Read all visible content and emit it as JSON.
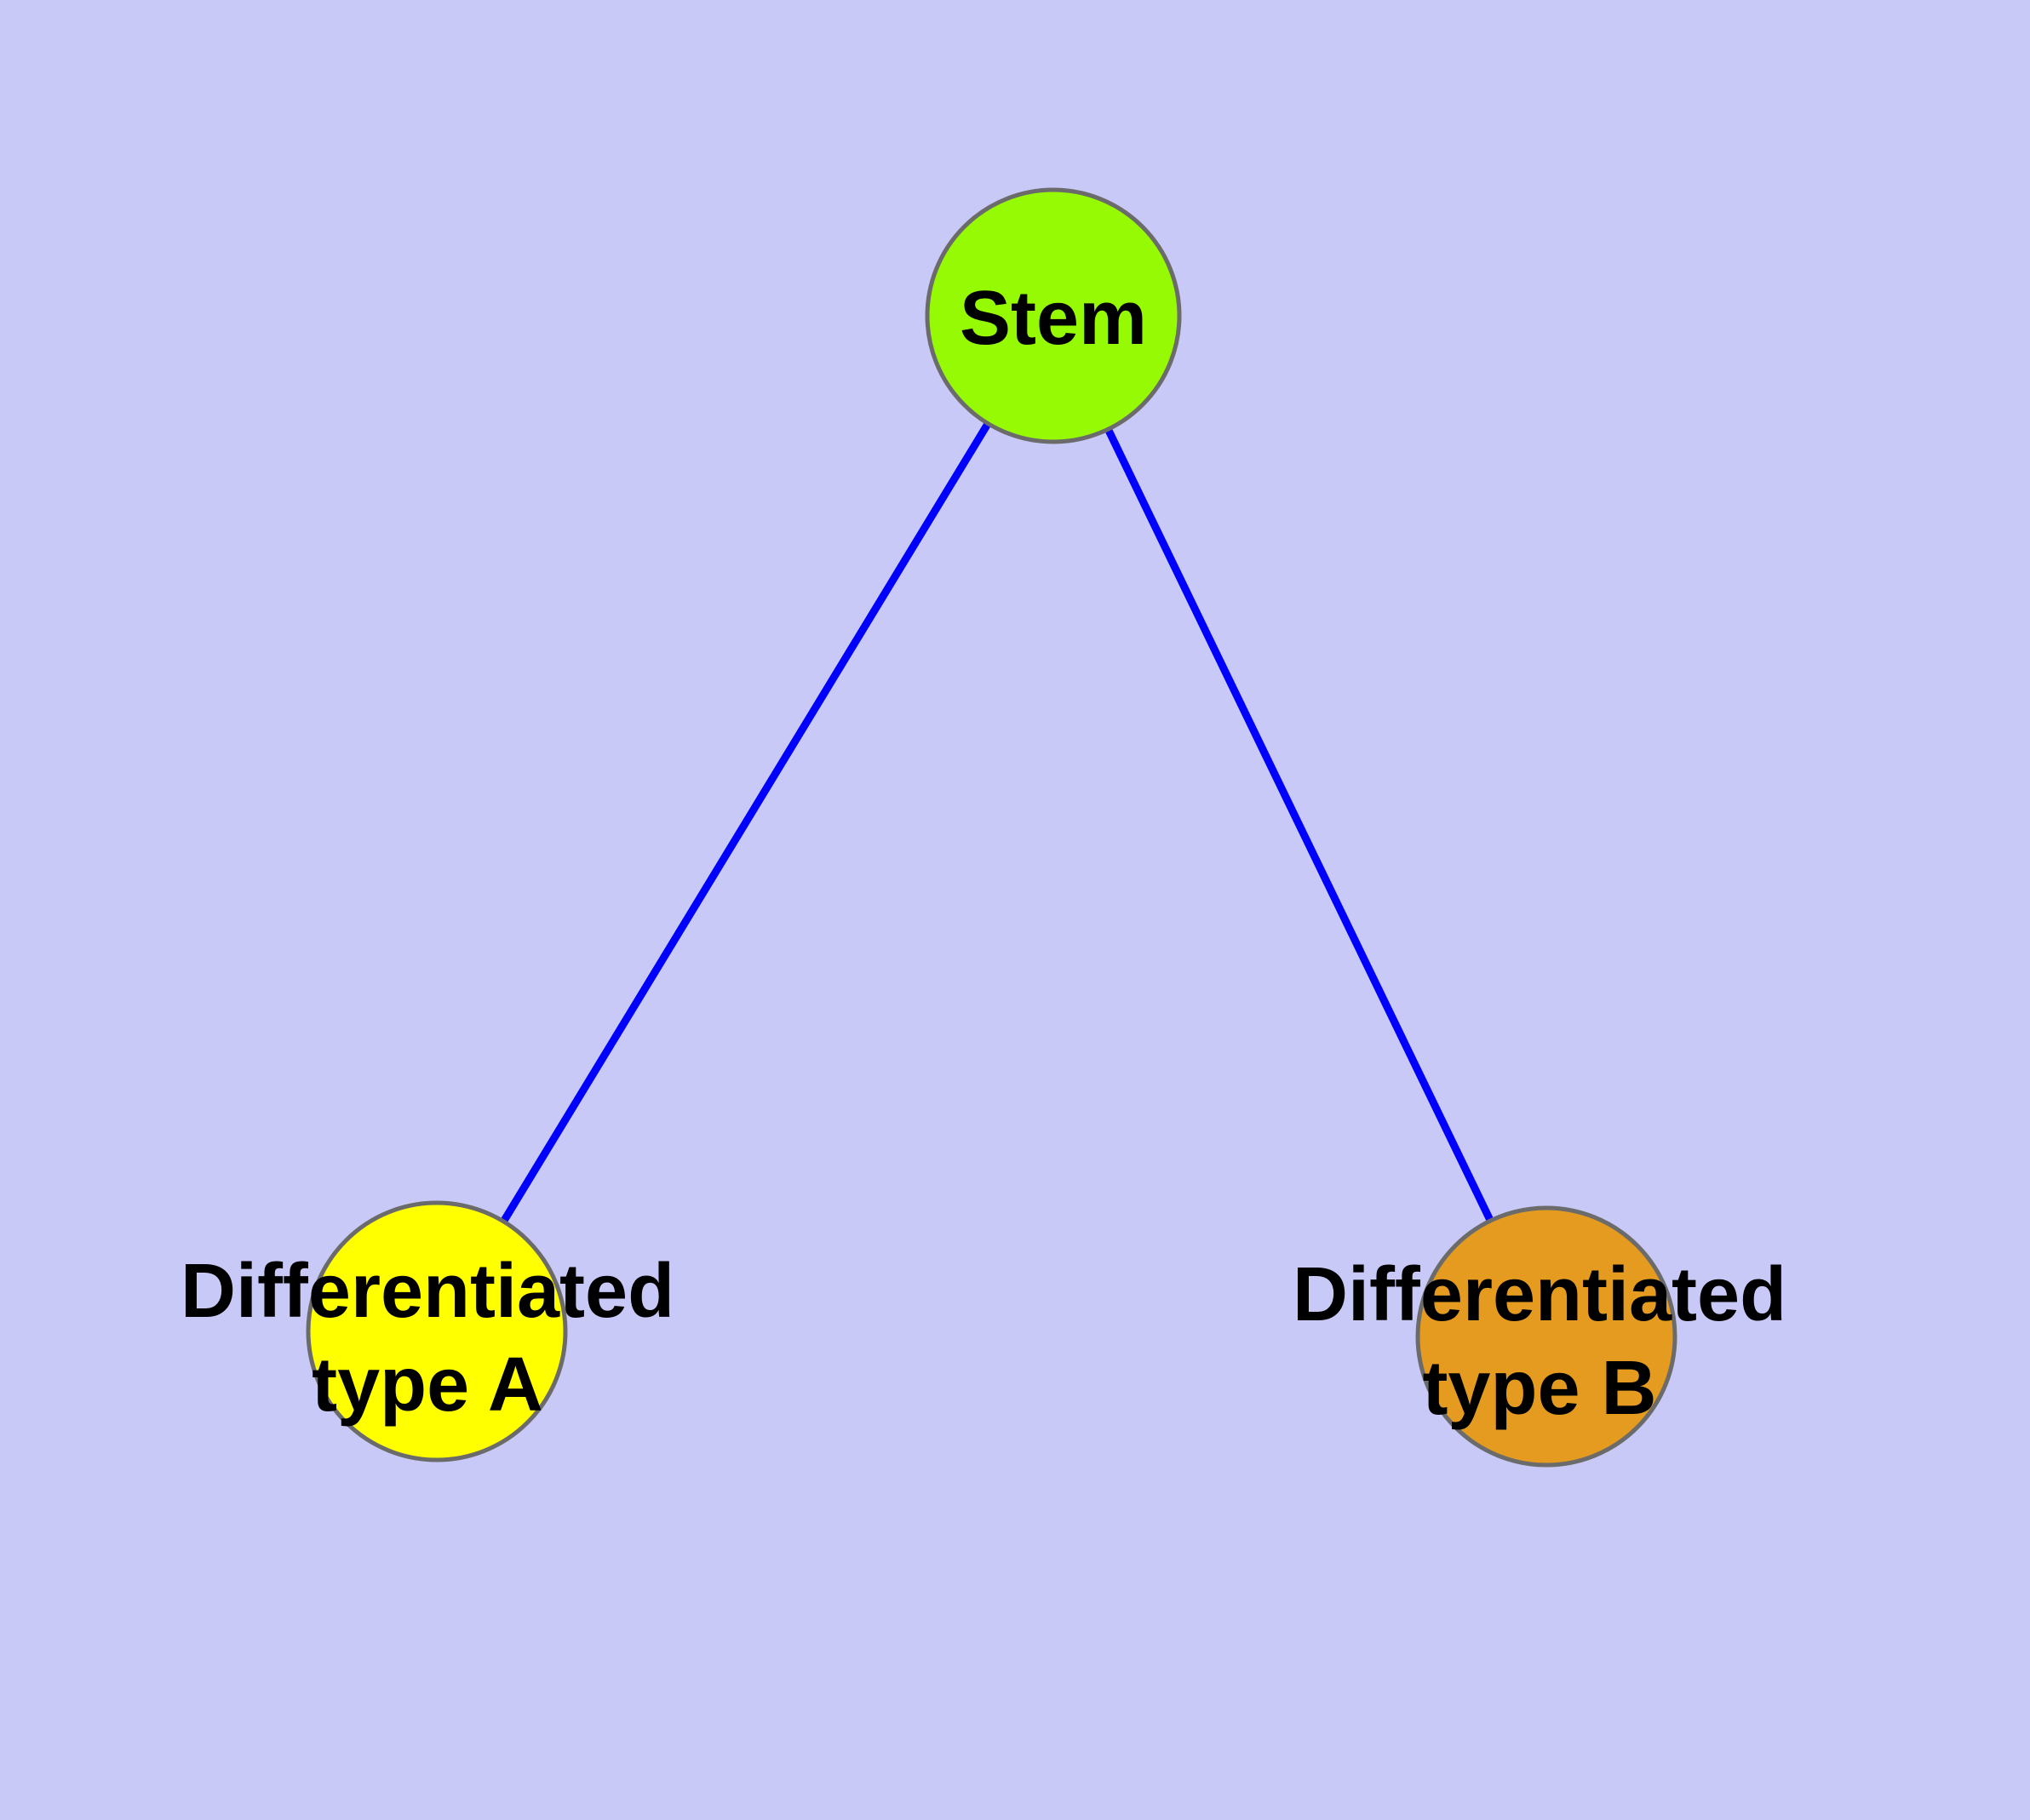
{
  "diagram": {
    "type": "node-link-graph",
    "background_color": "#c9c9f7",
    "edge_color": "#0000ff",
    "node_border_color": "#6b6b6b",
    "label_color": "#000000",
    "nodes": [
      {
        "id": "stem",
        "label": "Stem",
        "color": "#96fa05"
      },
      {
        "id": "type-a",
        "label": "Differentiated\ntype A",
        "color": "#ffff00"
      },
      {
        "id": "type-b",
        "label": "Differentiated\ntype B",
        "color": "#e49b20"
      }
    ],
    "edges": [
      {
        "from": "Stem",
        "to": "Differentiated type A"
      },
      {
        "from": "Stem",
        "to": "Differentiated type B"
      }
    ]
  }
}
